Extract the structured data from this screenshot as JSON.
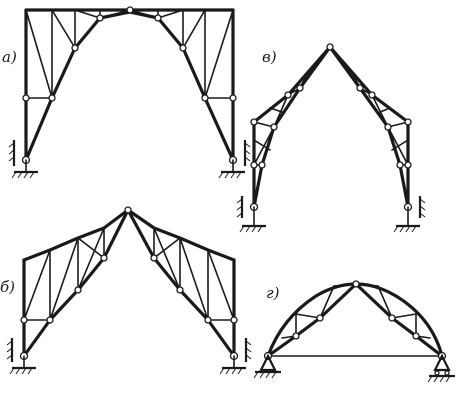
{
  "figure": {
    "labels": {
      "a": "a)",
      "b": "б)",
      "v": "в)",
      "g": "г)"
    }
  }
}
